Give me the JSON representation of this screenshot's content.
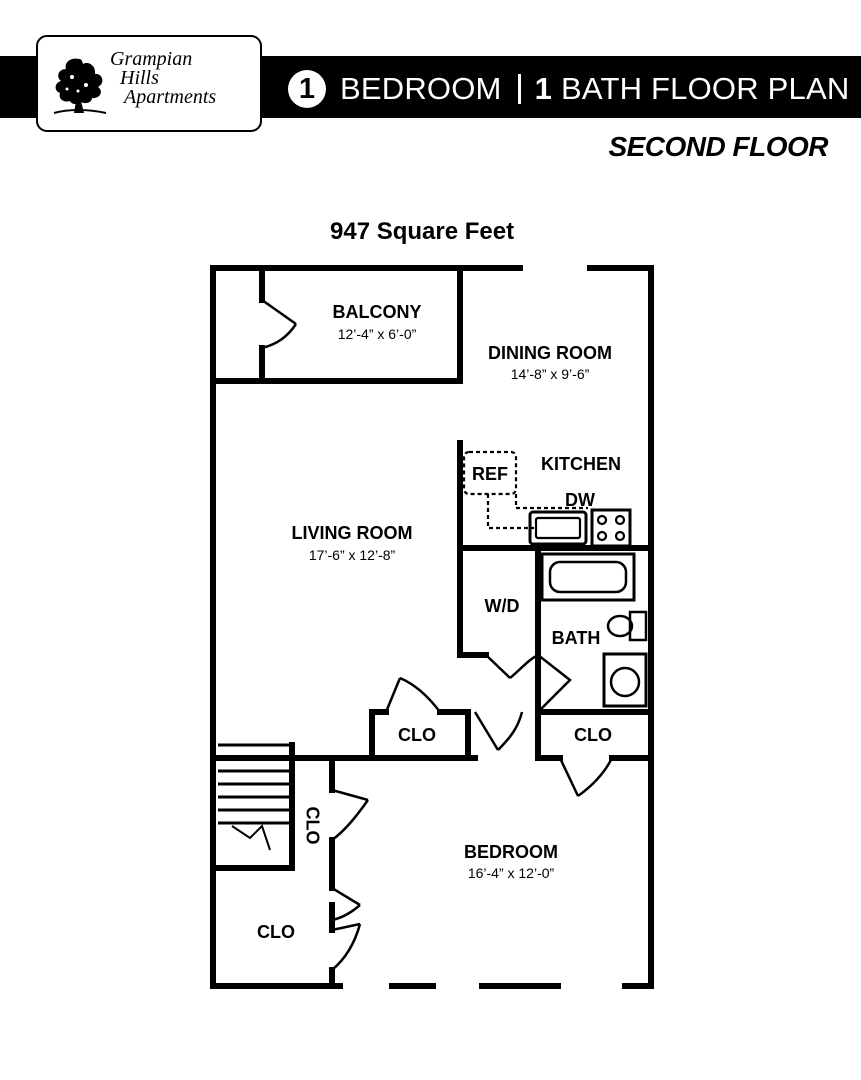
{
  "header": {
    "logo_line1": "Grampian",
    "logo_line2": "Hills",
    "logo_line3": "Apartments",
    "bedroom_count": "1",
    "bedroom_text": "BEDROOM",
    "bath_count": "1",
    "bath_text": "BATH FLOOR PLAN",
    "floor_label": "SECOND FLOOR"
  },
  "square_feet": "947 Square Feet",
  "rooms": {
    "balcony": {
      "name": "BALCONY",
      "dim": "12’-4” x 6’-0”"
    },
    "dining": {
      "name": "DINING ROOM",
      "dim": "14’-8” x 9’-6”"
    },
    "kitchen": {
      "name": "KITCHEN"
    },
    "ref": {
      "name": "REF"
    },
    "dw": {
      "name": "DW"
    },
    "living": {
      "name": "LIVING ROOM",
      "dim": "17’-6” x 12’-8”"
    },
    "wd": {
      "name": "W/D"
    },
    "bath": {
      "name": "BATH"
    },
    "clo_hall": {
      "name": "CLO"
    },
    "clo_bath": {
      "name": "CLO"
    },
    "clo_bed_side": {
      "name": "CLO"
    },
    "clo_bottom": {
      "name": "CLO"
    },
    "bedroom": {
      "name": "BEDROOM",
      "dim": "16’-4” x 12’-0”"
    }
  }
}
